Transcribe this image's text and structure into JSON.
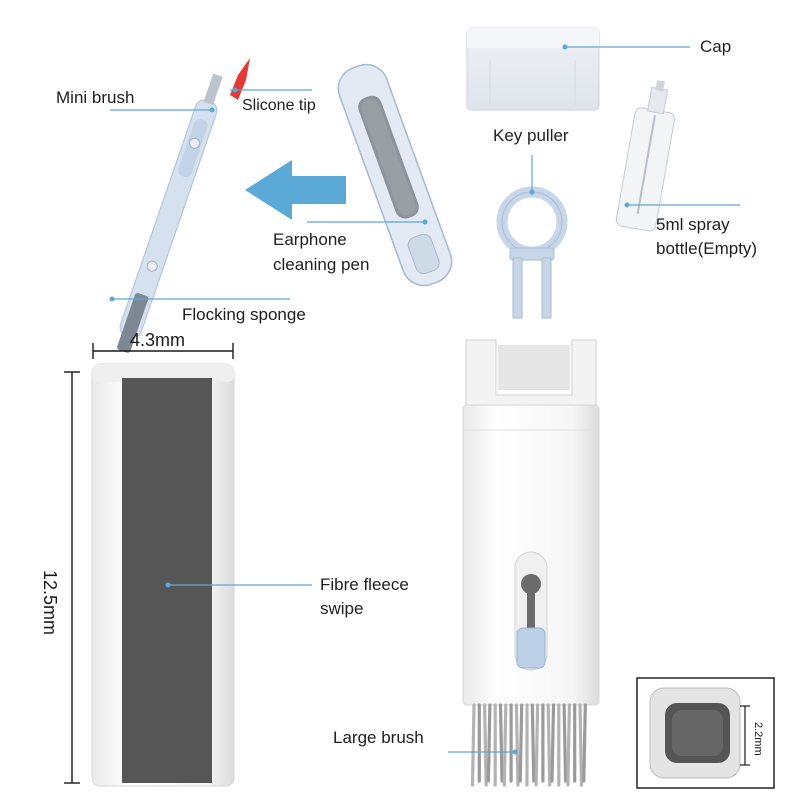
{
  "labels": {
    "cap": "Cap",
    "mini_brush": "Mini brush",
    "silicone_tip": "Slicone tip",
    "key_puller": "Key puller",
    "spray_bottle_line1": "5ml spray",
    "spray_bottle_line2": "bottle(Empty)",
    "earphone_pen_line1": "Earphone",
    "earphone_pen_line2": "cleaning pen",
    "flocking_sponge": "Flocking sponge",
    "fibre_fleece_line1": "Fibre fleece",
    "fibre_fleece_line2": "swipe",
    "large_brush": "Large brush"
  },
  "dimensions": {
    "width": "4.3mm",
    "height": "12.5mm",
    "brush_thickness": "2.2mm"
  },
  "colors": {
    "accent_blue": "#5ba9d6",
    "pale_blue": "#c9d8ea",
    "sponge_gray": "#5a5a5a",
    "body_white": "#f7f7f7",
    "tip_red": "#e53935"
  }
}
